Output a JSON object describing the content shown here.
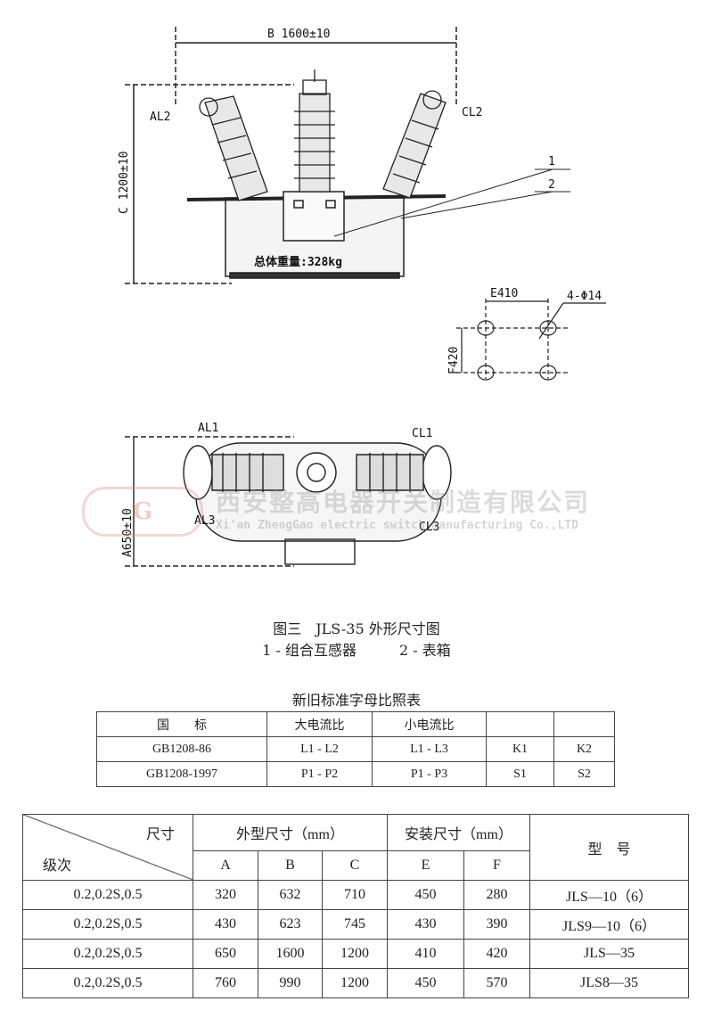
{
  "drawing": {
    "dim_b": "B 1600±10",
    "dim_c": "C 1200±10",
    "dim_a": "A650±10",
    "dim_e": "E410",
    "dim_f": "F420",
    "holes": "4-Φ14",
    "weight": "总体重量:328kg",
    "labels": {
      "al2": "AL2",
      "cl2": "CL2",
      "al1": "AL1",
      "cl1": "CL1",
      "al3": "AL3",
      "cl3": "CL3",
      "c1": "1",
      "c2": "2"
    }
  },
  "watermark": {
    "logo": "G",
    "company_cn": "西安整高电器开关制造有限公司",
    "company_en": "Xi'an ZhengGao electric switch manufacturing Co.,LTD"
  },
  "caption": {
    "title": "图三　JLS-35 外形尺寸图",
    "legend": "1 - 组合互感器　　　2 - 表箱"
  },
  "table1": {
    "title": "新旧标准字母比照表",
    "header": [
      "国　　标",
      "大电流比",
      "小电流比",
      "",
      ""
    ],
    "rows": [
      [
        "GB1208-86",
        "L1 - L2",
        "L1 - L3",
        "K1",
        "K2"
      ],
      [
        "GB1208-1997",
        "P1 - P2",
        "P1 - P3",
        "S1",
        "S2"
      ]
    ]
  },
  "table2": {
    "corner_top": "尺寸",
    "corner_bottom": "级次",
    "group_outer": "外型尺寸（mm）",
    "group_install": "安装尺寸（mm）",
    "model_header": "型　号",
    "cols": [
      "A",
      "B",
      "C",
      "E",
      "F"
    ],
    "rows": [
      {
        "grade": "0.2,0.2S,0.5",
        "A": "320",
        "B": "632",
        "C": "710",
        "E": "450",
        "F": "280",
        "model": "JLS—10（6）"
      },
      {
        "grade": "0.2,0.2S,0.5",
        "A": "430",
        "B": "623",
        "C": "745",
        "E": "430",
        "F": "390",
        "model": "JLS9—10（6）"
      },
      {
        "grade": "0.2,0.2S,0.5",
        "A": "650",
        "B": "1600",
        "C": "1200",
        "E": "410",
        "F": "420",
        "model": "JLS—35"
      },
      {
        "grade": "0.2,0.2S,0.5",
        "A": "760",
        "B": "990",
        "C": "1200",
        "E": "450",
        "F": "570",
        "model": "JLS8—35"
      }
    ]
  }
}
